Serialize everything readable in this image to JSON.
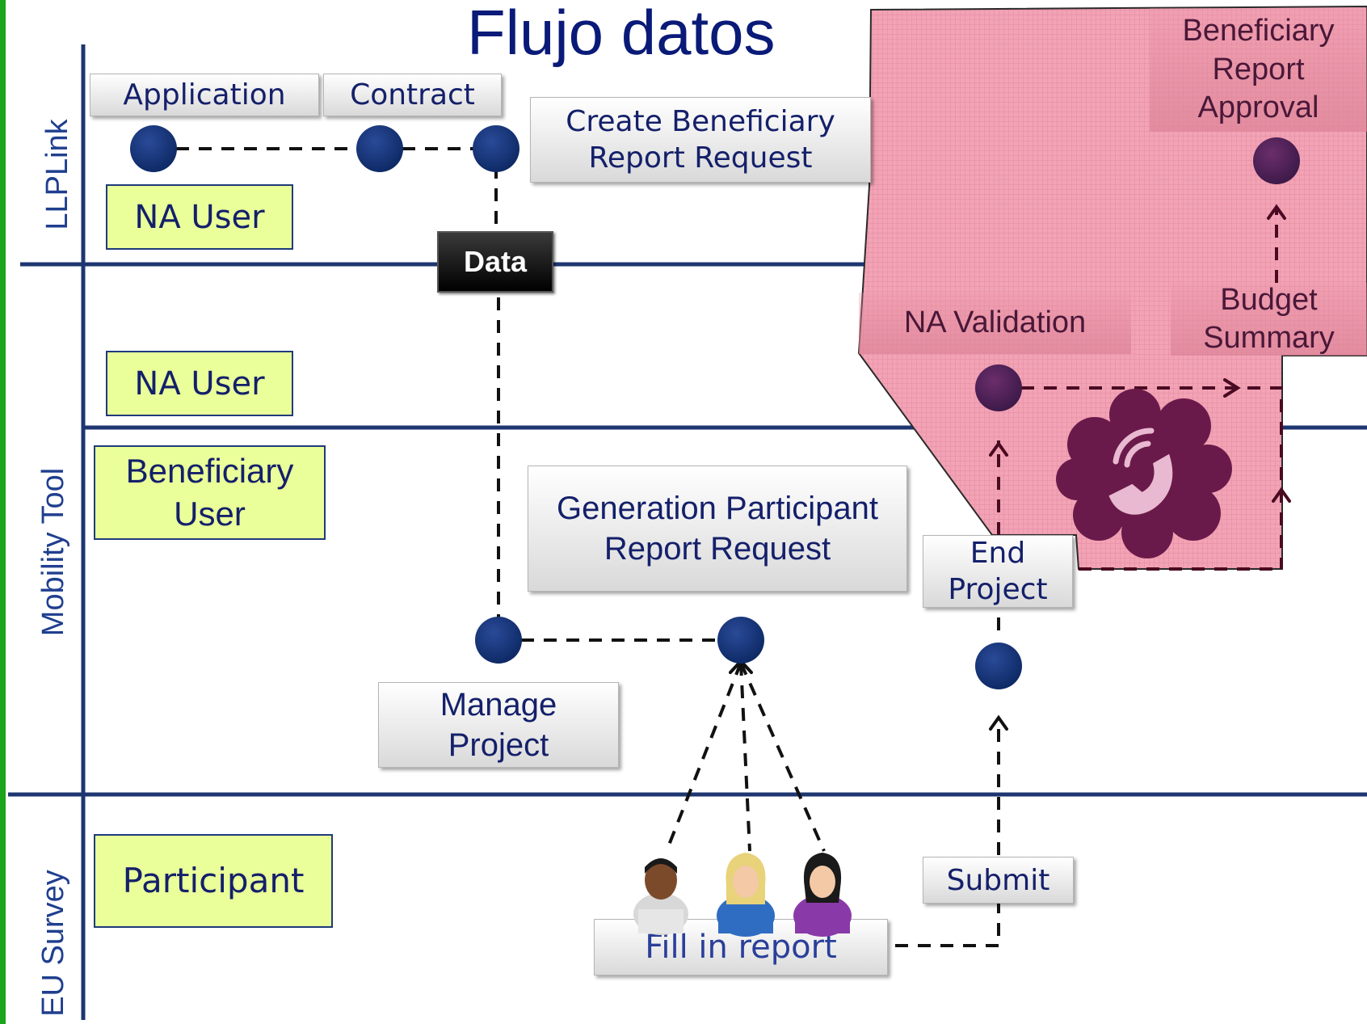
{
  "title": "Flujo datos",
  "lanes": {
    "llplink": "LLPLink",
    "mobility_tool": "Mobility Tool",
    "eu_survey": "EU Survey"
  },
  "actors": {
    "na_user_llplink": "NA User",
    "na_user_mobility": "NA User",
    "beneficiary_user": "Beneficiary User",
    "participant": "Participant"
  },
  "steps": {
    "application": "Application",
    "contract": "Contract",
    "create_beneficiary_report_request": "Create Beneficiary Report Request",
    "beneficiary_report_approval": "Beneficiary Report Approval",
    "data": "Data",
    "na_validation": "NA Validation",
    "budget_summary": "Budget Summary",
    "generation_participant_report_request": "Generation Participant Report Request",
    "end_project": "End Project",
    "manage_project": "Manage Project",
    "submit": "Submit",
    "fill_in_report": "Fill in report"
  },
  "icons": {
    "node": "circle-node-icon",
    "phone": "phone-cloud-icon",
    "participants": [
      "participant-male-icon",
      "participant-female-blonde-icon",
      "participant-female-dark-icon"
    ]
  },
  "colors": {
    "title": "#0a1a78",
    "lane_lines": "#1e3670",
    "node": "#12306f",
    "actor_fill": "#eaff9a",
    "highlight_region": "#f2a3b5",
    "phone_cloud": "#6a1a4a",
    "sidebar_accent": "#1aa51a"
  }
}
